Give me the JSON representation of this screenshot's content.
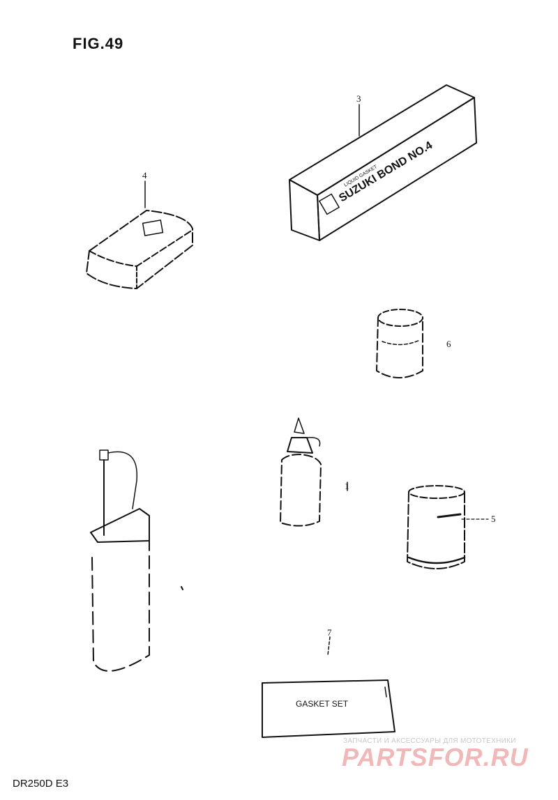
{
  "figure": {
    "title": "FIG.49",
    "model_code": "DR250D E3"
  },
  "callouts": [
    "3",
    "4",
    "6",
    "1",
    "5",
    "7"
  ],
  "parts": {
    "bond_box_brand": "SUZUKI BOND NO.4",
    "bond_box_subtitle": "LIQUID GASKET",
    "gasket_set_label": "GASKET SET"
  },
  "watermark": {
    "tagline": "ЗАПЧАСТИ И АКСЕССУАРЫ ДЛЯ МОТОТЕХНИКИ",
    "brand": "PARTSFOR.RU"
  }
}
